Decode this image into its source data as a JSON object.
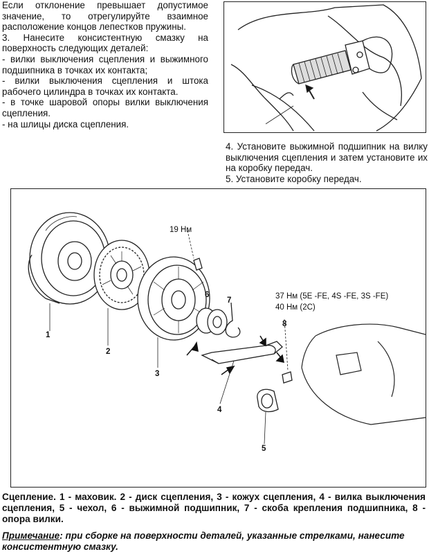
{
  "left_text": [
    "Если отклонение превышает допустимое значение, то отрегулируйте взаимное расположение концов лепестков пружины.",
    "3. Нанесите консистентную смазку на поверхность следующих деталей:",
    "- вилки выключения сцепления и выжимного подшипника в точках их контакта;",
    "- вилки выключения сцепления и штока рабочего цилиндра в точках их контакта.",
    "- в точке шаровой опоры вилки выключения сцепления.",
    "- на шлицы диска сцепления."
  ],
  "right_text": [
    "4. Установите выжимной подшипник на вилку выключения сцепления и затем установите их на коробку передач.",
    "5. Установите коробку передач."
  ],
  "figure_labels": {
    "torque_19": "19 Нм",
    "torque_37": "37 Нм (5E -FE, 4S -FE, 3S -FE)",
    "torque_40": "40 Нм (2C)",
    "n1": "1",
    "n2": "2",
    "n3": "3",
    "n4": "4",
    "n5": "5",
    "n6": "6",
    "n7": "7",
    "n8": "8"
  },
  "caption": "Сцепление. 1 - маховик. 2 - диск сцепления, 3 - кожух сцепления, 4 - вилка выключения сцепления, 5 - чехол, 6 - выжимной подшипник, 7 - скоба крепления подшипника, 8 - опора вилки.",
  "note": {
    "label": "Примечание",
    "text": ": при сборке на поверхности деталей, указанные стрелками, нанесите консистентную смазку."
  }
}
